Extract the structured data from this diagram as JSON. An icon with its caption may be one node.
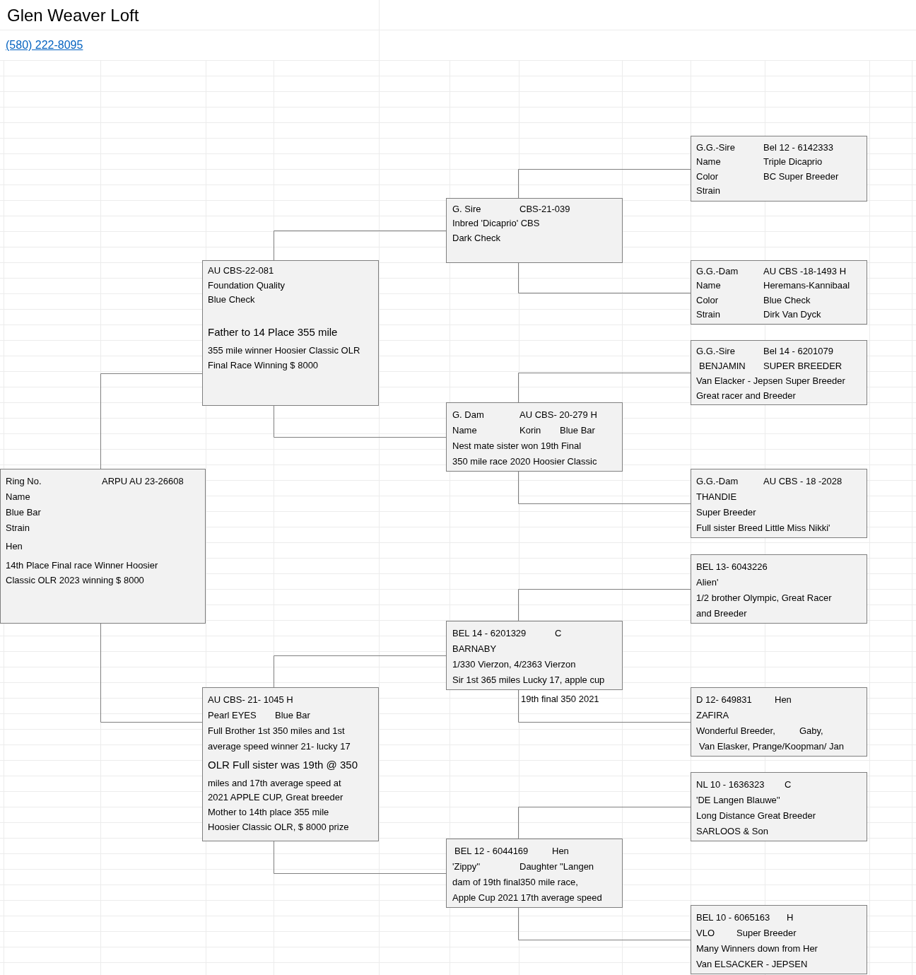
{
  "diagram": {
    "title": "Glen Weaver Loft",
    "nodes": [
      {
        "text": [
          "G.G.-Sire",
          "Bel 12 - 6142333",
          "Name",
          "Triple Dicaprio",
          "Color",
          "BC Super Breeder",
          "Strain"
        ]
      },
      {
        "text": [
          "G. Sire",
          "CBS-21-039",
          "Inbred 'Dicaprio' CBS",
          "Dark Check"
        ]
      },
      {
        "text": [
          "AU CBS-22-081",
          "Foundation Quality",
          "Blue Check",
          "Father to 14 Place 355 mile",
          "355 mile winner Hoosier Classic OLR",
          "Final Race Winning $ 8000"
        ]
      },
      {
        "text": [
          "G.G.-Dam",
          "AU CBS -18-1493 H",
          "Name",
          "Heremans-Kannibaal",
          "Color",
          "Blue Check",
          "Strain",
          "Dirk Van Dyck"
        ]
      },
      {
        "text": [
          "G.G.-Sire",
          "Bel 14 - 6201079",
          "BENJAMIN",
          "SUPER BREEDER",
          "Van Elacker - Jepsen Super Breeder",
          "Great racer and Breeder"
        ]
      },
      {
        "text": [
          "G. Dam",
          "AU CBS- 20-279 H",
          "Name",
          "Korin",
          "Blue Bar",
          "Nest mate sister won 19th Final",
          "350 mile race 2020 Hoosier Classic"
        ]
      },
      {
        "text": [
          "Ring No.",
          "ARPU AU 23-26608",
          "Name",
          "Blue Bar",
          "Strain",
          "Hen",
          "14th Place Final race Winner Hoosier",
          "Classic OLR 2023 winning $ 8000"
        ]
      },
      {
        "text": [
          "G.G.-Dam",
          "AU CBS - 18 -2028",
          "THANDIE",
          "Super Breeder",
          "Full sister Breed Little Miss Nikki'"
        ]
      },
      {
        "text": [
          "BEL 13- 6043226",
          "Alien'",
          "1/2 brother Olympic, Great Racer",
          "and Breeder"
        ]
      },
      {
        "text": [
          "BEL 14 - 6201329",
          "C",
          "BARNABY",
          "1/330 Vierzon, 4/2363 Vierzon",
          "Sir 1st 365 miles Lucky 17, apple cup"
        ],
        "beside": [
          "19th final 350 2021"
        ]
      },
      {
        "text": [
          "AU CBS- 21- 1045 H",
          "Pearl EYES",
          "Blue Bar",
          "Full Brother 1st 350 miles and 1st",
          "average speed winner 21- lucky 17",
          "OLR Full sister was 19th @ 350",
          "miles and 17th average speed at",
          "2021 APPLE CUP, Great breeder",
          "Mother to 14th place 355 mile",
          "Hoosier Classic OLR, $ 8000 prize"
        ]
      },
      {
        "text": [
          "D 12- 649831",
          "Hen",
          "ZAFIRA",
          "Wonderful Breeder,",
          "Gaby,",
          "Van Elasker, Prange/Koopman/ Jan"
        ]
      },
      {
        "text": [
          "NL 10 - 1636323",
          "C",
          "'DE Langen Blauwe''",
          "Long Distance Great Breeder",
          "SARLOOS & Son"
        ]
      },
      {
        "text": [
          "BEL 12 - 6044169",
          "Hen",
          "'Zippy''",
          "Daughter \"Langen",
          "dam of 19th final350 mile race,",
          "Apple Cup 2021 17th average speed"
        ]
      },
      {
        "text": [
          "BEL 10 - 6065163",
          "H",
          "VLO",
          "Super Breeder",
          "Many Winners down from Her",
          "Van ELSACKER - JEPSEN"
        ]
      }
    ],
    "edges": [
      {
        "from": 6,
        "to": 2,
        "arrow": "none"
      },
      {
        "from": 6,
        "to": 10,
        "arrow": "none"
      },
      {
        "from": 2,
        "to": 1,
        "arrow": "none"
      },
      {
        "from": 2,
        "to": 5,
        "arrow": "none"
      },
      {
        "from": 10,
        "to": 9,
        "arrow": "none"
      },
      {
        "from": 10,
        "to": 13,
        "arrow": "none"
      },
      {
        "from": 1,
        "to": 0,
        "arrow": "none"
      },
      {
        "from": 1,
        "to": 3,
        "arrow": "none"
      },
      {
        "from": 5,
        "to": 4,
        "arrow": "none"
      },
      {
        "from": 5,
        "to": 7,
        "arrow": "none"
      },
      {
        "from": 9,
        "to": 8,
        "arrow": "none"
      },
      {
        "from": 9,
        "to": 11,
        "arrow": "none"
      },
      {
        "from": 13,
        "to": 12,
        "arrow": "none"
      },
      {
        "from": 13,
        "to": 14,
        "arrow": "none"
      }
    ],
    "labels": [
      "(580) 222-8095"
    ]
  }
}
